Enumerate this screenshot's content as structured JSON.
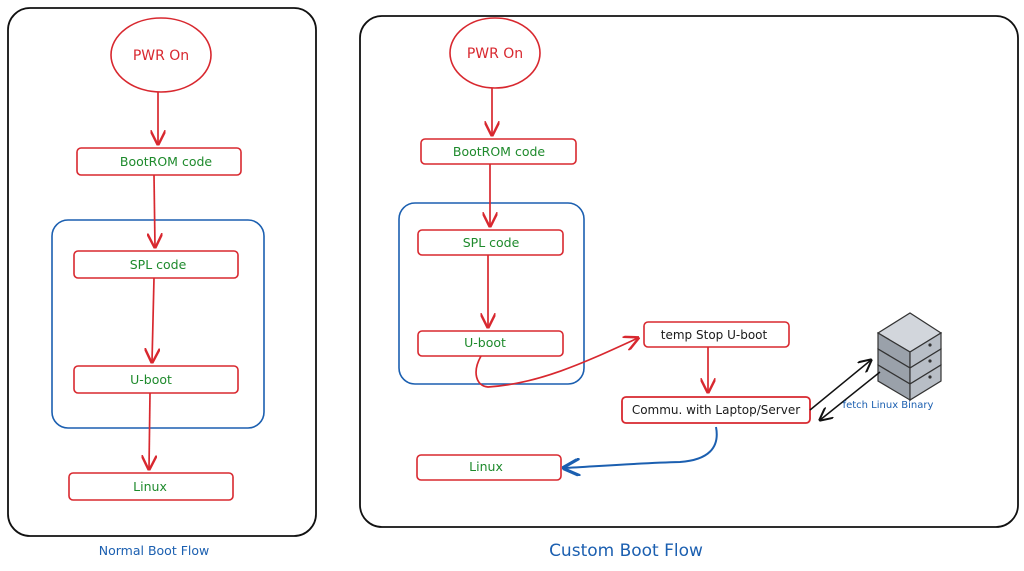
{
  "normal_flow": {
    "caption": "Normal Boot Flow",
    "pwr_on": "PWR On",
    "bootrom": "BootROM code",
    "spl": "SPL code",
    "uboot": "U-boot",
    "linux": "Linux"
  },
  "custom_flow": {
    "caption": "Custom Boot Flow",
    "pwr_on": "PWR On",
    "bootrom": "BootROM code",
    "spl": "SPL code",
    "uboot": "U-boot",
    "temp_stop": "temp Stop U-boot",
    "commu": "Commu. with Laptop/Server",
    "linux": "Linux",
    "fetch_label": "fetch Linux Binary",
    "server_icon": "server-stack-icon"
  },
  "colors": {
    "node_stroke": "#d8282f",
    "node_text_green": "#1e8a2c",
    "group_stroke": "#1b5fb0",
    "caption_text": "#1b5fb0"
  }
}
